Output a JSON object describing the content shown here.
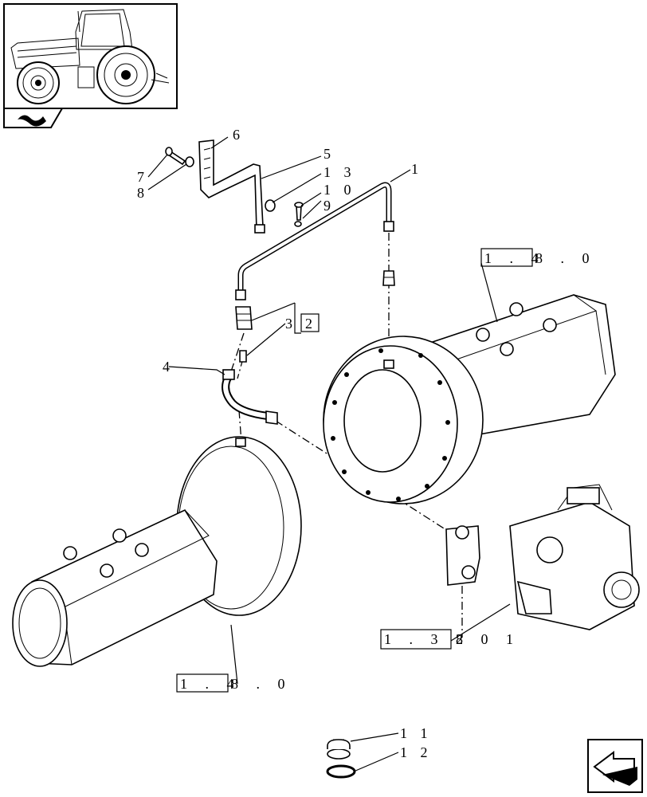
{
  "callouts": {
    "c1": "1",
    "c2": "2",
    "c3": "3",
    "c4": "4",
    "c5": "5",
    "c6": "6",
    "c7": "7",
    "c8": "8",
    "c9": "9",
    "c10": "1 0",
    "c11": "1 1",
    "c12": "1 2",
    "c13": "1 3"
  },
  "references": {
    "ref_top_right": {
      "boxed": "1 . 4",
      "rest": "8 . 0"
    },
    "ref_bottom_left": {
      "boxed": "1 . 4",
      "rest": "8 . 0"
    },
    "ref_pump": {
      "boxed": "1 . 3 2",
      "rest": "8   0 1"
    }
  },
  "icons": {
    "thumbnail": "tractor-thumbnail-icon",
    "section": "section-symbol-icon",
    "nav": "next-page-arrow-icon"
  }
}
